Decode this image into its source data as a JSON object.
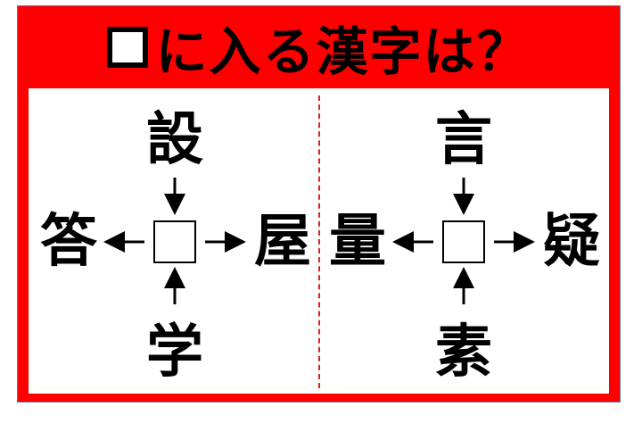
{
  "title": {
    "prefix_symbol": "□",
    "text": "に入る漢字は？"
  },
  "colors": {
    "frame": "#ff0000",
    "divider": "#e02020",
    "text": "#000000",
    "panel": "#ffffff"
  },
  "puzzles": [
    {
      "top": "設",
      "left": "答",
      "right": "屋",
      "bottom": "学"
    },
    {
      "top": "言",
      "left": "量",
      "right": "疑",
      "bottom": "素"
    }
  ]
}
